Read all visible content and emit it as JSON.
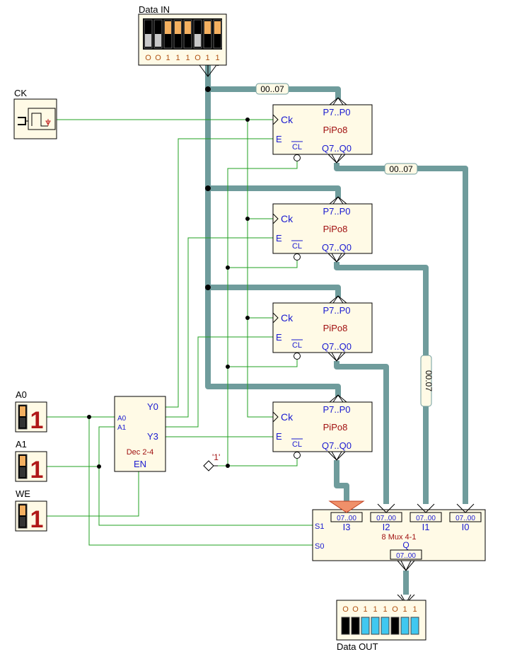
{
  "data_in": {
    "label": "Data IN",
    "bits": [
      "O",
      "O",
      "1",
      "1",
      "1",
      "O",
      "1",
      "1"
    ],
    "switch_states": [
      "off",
      "off",
      "on",
      "on",
      "on",
      "off",
      "on",
      "on"
    ]
  },
  "data_out": {
    "label": "Data OUT",
    "bits": [
      "O",
      "O",
      "1",
      "1",
      "1",
      "O",
      "1",
      "1"
    ],
    "led_states": [
      "off",
      "off",
      "on",
      "on",
      "on",
      "off",
      "on",
      "on"
    ]
  },
  "clock": {
    "label": "CK"
  },
  "inputs": [
    {
      "label": "A0",
      "value": "1"
    },
    {
      "label": "A1",
      "value": "1"
    },
    {
      "label": "WE",
      "value": "1"
    }
  ],
  "registers": [
    {
      "clk": "Ck",
      "in": "P7..P0",
      "name": "PiPo8",
      "en": "E",
      "clr": "CL",
      "out": "Q7..Q0"
    },
    {
      "clk": "Ck",
      "in": "P7..P0",
      "name": "PiPo8",
      "en": "E",
      "clr": "CL",
      "out": "Q7..Q0"
    },
    {
      "clk": "Ck",
      "in": "P7..P0",
      "name": "PiPo8",
      "en": "E",
      "clr": "CL",
      "out": "Q7..Q0"
    },
    {
      "clk": "Ck",
      "in": "P7..P0",
      "name": "PiPo8",
      "en": "E",
      "clr": "CL",
      "out": "Q7..Q0"
    }
  ],
  "decoder": {
    "a0": "A0",
    "a1": "A1",
    "y0": "Y0",
    "y3": "Y3",
    "name": "Dec 2-4",
    "en": "EN"
  },
  "mux": {
    "name": "8 Mux 4-1",
    "inputs": [
      "I3",
      "I2",
      "I1",
      "I0"
    ],
    "bus_range": "07..00",
    "s1": "S1",
    "s0": "S0",
    "q": "Q"
  },
  "bus_labels": {
    "top": "00..07",
    "out1": "00..07",
    "vertical": "00.07"
  },
  "const_one": "'1'",
  "colors": {
    "wire": "#20a020",
    "bus": "#6f9c9c",
    "box": "#fffae6",
    "switch_on": "#f4b060",
    "led_on": "#40c8f0",
    "red_one": "#b01818"
  }
}
